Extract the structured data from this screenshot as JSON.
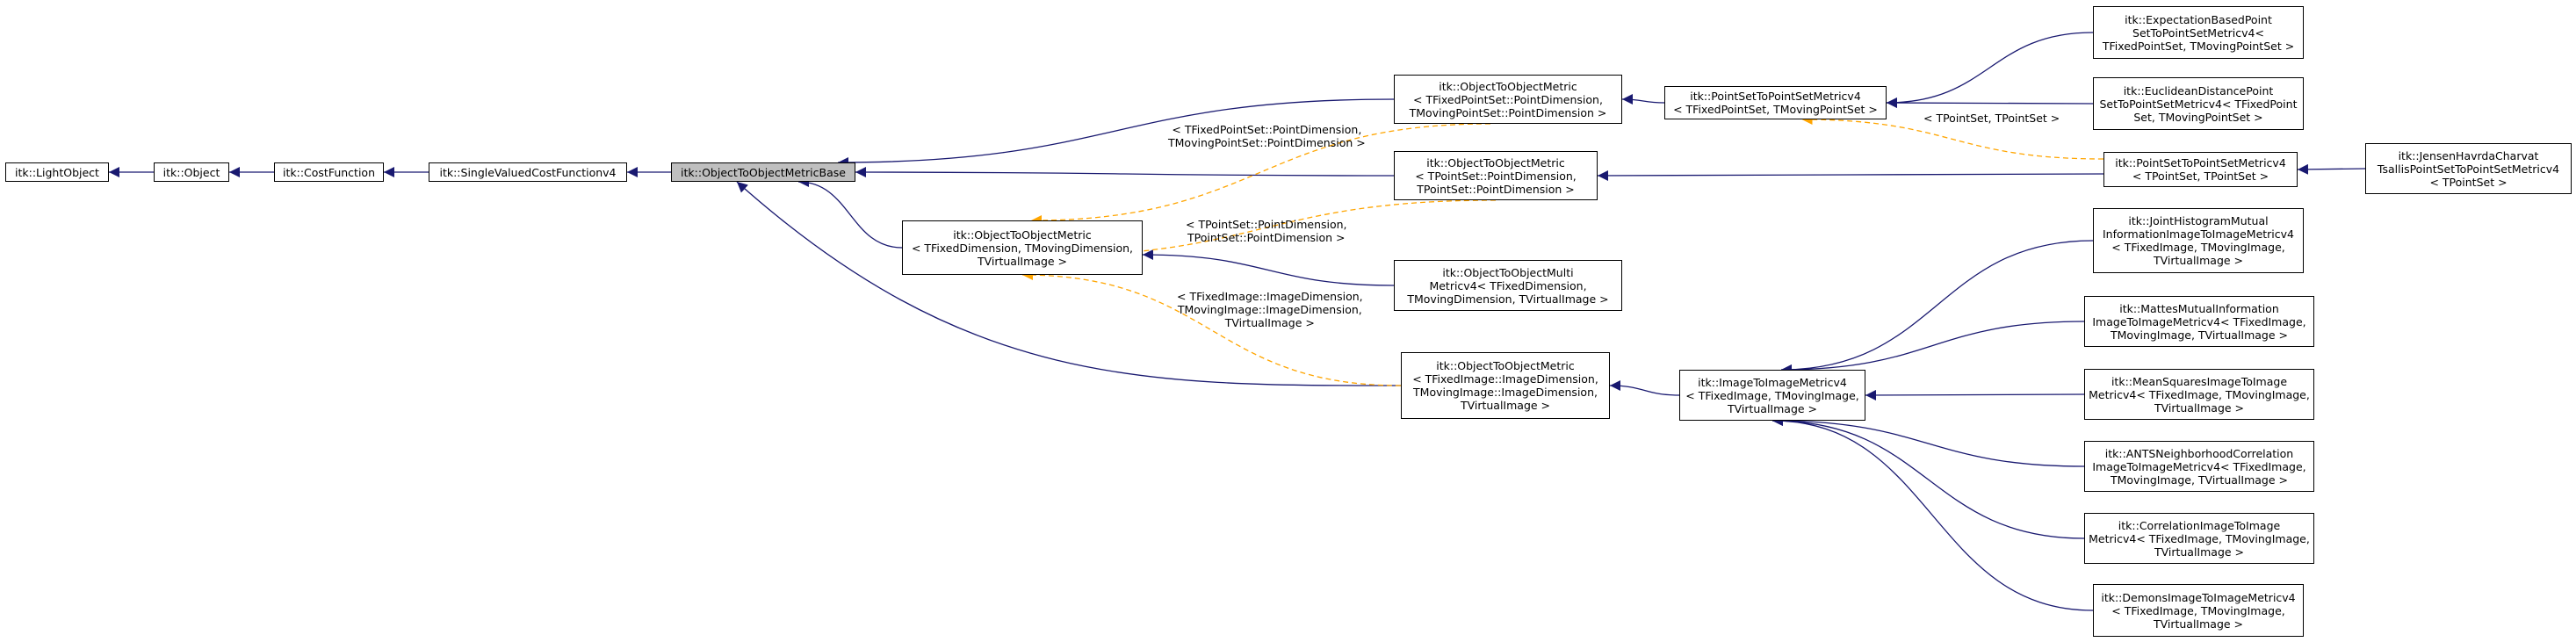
{
  "colors": {
    "inheritance_edge": "#191970",
    "template_edge": "#ffa500",
    "current_node_fill": "#bfbfbf",
    "node_fill": "#ffffff",
    "node_border": "#000000"
  },
  "nodes": {
    "light_object": {
      "lines": [
        "itk::LightObject"
      ]
    },
    "object": {
      "lines": [
        "itk::Object"
      ]
    },
    "cost_function": {
      "lines": [
        "itk::CostFunction"
      ]
    },
    "single_valued": {
      "lines": [
        "itk::SingleValuedCostFunctionv4"
      ]
    },
    "o2o_base": {
      "lines": [
        "itk::ObjectToObjectMetricBase"
      ]
    },
    "o2o_generic": {
      "lines": [
        "itk::ObjectToObjectMetric",
        "< TFixedDimension, TMovingDimension,",
        "TVirtualImage >"
      ]
    },
    "o2o_pointset_pair": {
      "lines": [
        "itk::ObjectToObjectMetric",
        "< TFixedPointSet::PointDimension,",
        "TMovingPointSet::PointDimension >"
      ]
    },
    "o2o_pointset_single": {
      "lines": [
        "itk::ObjectToObjectMetric",
        "< TPointSet::PointDimension,",
        "TPointSet::PointDimension >"
      ]
    },
    "o2o_multi": {
      "lines": [
        "itk::ObjectToObjectMulti",
        "Metricv4< TFixedDimension,",
        "TMovingDimension, TVirtualImage >"
      ]
    },
    "o2o_image": {
      "lines": [
        "itk::ObjectToObjectMetric",
        "< TFixedImage::ImageDimension,",
        "TMovingImage::ImageDimension,",
        "TVirtualImage >"
      ]
    },
    "ps2ps_pair": {
      "lines": [
        "itk::PointSetToPointSetMetricv4",
        "< TFixedPointSet, TMovingPointSet >"
      ]
    },
    "ps2ps_single": {
      "lines": [
        "itk::PointSetToPointSetMetricv4",
        "< TPointSet, TPointSet >"
      ]
    },
    "img2img": {
      "lines": [
        "itk::ImageToImageMetricv4",
        "< TFixedImage, TMovingImage,",
        "TVirtualImage >"
      ]
    },
    "expectation": {
      "lines": [
        "itk::ExpectationBasedPoint",
        "SetToPointSetMetricv4<",
        "TFixedPointSet, TMovingPointSet >"
      ]
    },
    "euclidean": {
      "lines": [
        "itk::EuclideanDistancePoint",
        "SetToPointSetMetricv4< TFixedPoint",
        "Set, TMovingPointSet >"
      ]
    },
    "jensen": {
      "lines": [
        "itk::JensenHavrdaCharvat",
        "TsallisPointSetToPointSetMetricv4",
        "< TPointSet >"
      ]
    },
    "joint_hist": {
      "lines": [
        "itk::JointHistogramMutual",
        "InformationImageToImageMetricv4",
        "< TFixedImage, TMovingImage,",
        "TVirtualImage >"
      ]
    },
    "mattes": {
      "lines": [
        "itk::MattesMutualInformation",
        "ImageToImageMetricv4< TFixedImage,",
        "TMovingImage, TVirtualImage >"
      ]
    },
    "mean_squares": {
      "lines": [
        "itk::MeanSquaresImageToImage",
        "Metricv4< TFixedImage, TMovingImage,",
        "TVirtualImage >"
      ]
    },
    "ants": {
      "lines": [
        "itk::ANTSNeighborhoodCorrelation",
        "ImageToImageMetricv4< TFixedImage,",
        "TMovingImage, TVirtualImage >"
      ]
    },
    "correlation": {
      "lines": [
        "itk::CorrelationImageToImage",
        "Metricv4< TFixedImage, TMovingImage,",
        "TVirtualImage >"
      ]
    },
    "demons": {
      "lines": [
        "itk::DemonsImageToImageMetricv4",
        "< TFixedImage, TMovingImage,",
        "TVirtualImage >"
      ]
    }
  },
  "edge_labels": {
    "pointset_pair_args": [
      "< TFixedPointSet::PointDimension,",
      "TMovingPointSet::PointDimension >"
    ],
    "pointset_single_args": [
      "< TPointSet::PointDimension,",
      "TPointSet::PointDimension >"
    ],
    "image_args": [
      "< TFixedImage::ImageDimension,",
      "TMovingImage::ImageDimension,",
      "TVirtualImage >"
    ],
    "ps2ps_args": [
      "< TPointSet, TPointSet >"
    ]
  }
}
